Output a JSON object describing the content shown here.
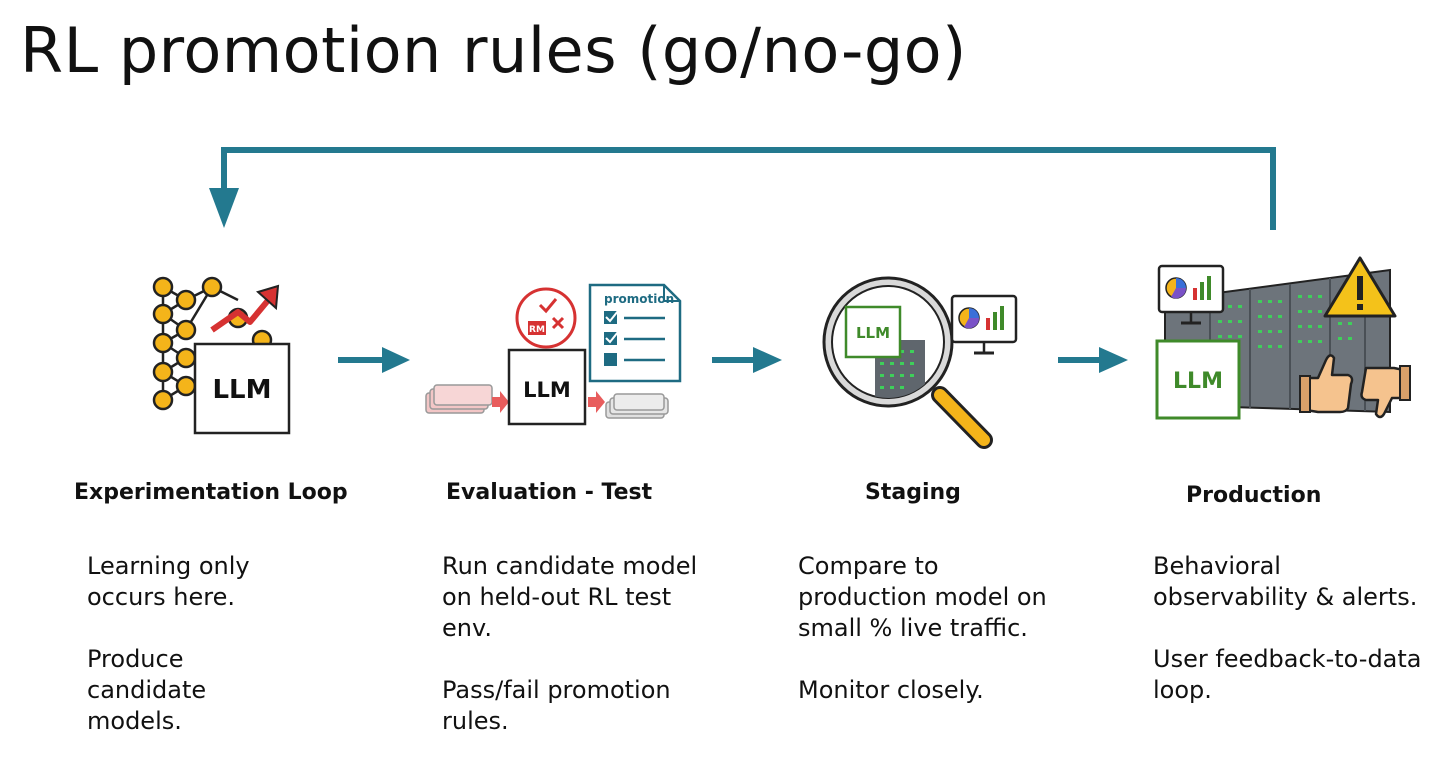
{
  "title": "RL promotion rules (go/no-go)",
  "colors": {
    "accent_teal": "#23798f",
    "node_gold": "#f4b41a",
    "alert_red": "#d63232",
    "llm_green": "#3f8a2a",
    "doc_teal": "#1e6b82"
  },
  "stages": [
    {
      "title": "Experimentation Loop",
      "icon_label": "LLM",
      "description": [
        "Learning only occurs here.",
        "Produce candidate models."
      ]
    },
    {
      "title": "Evaluation - Test",
      "icon_label": "LLM",
      "badge": "RM",
      "doc_title": "promotion",
      "description": [
        "Run candidate model on held-out RL test env.",
        "Pass/fail promotion rules."
      ]
    },
    {
      "title": "Staging",
      "icon_label": "LLM",
      "description": [
        "Compare to production model on small % live traffic.",
        "Monitor closely."
      ]
    },
    {
      "title": "Production",
      "icon_label": "LLM",
      "description": [
        "Behavioral observability & alerts.",
        "User feedback-to-data loop."
      ]
    }
  ]
}
